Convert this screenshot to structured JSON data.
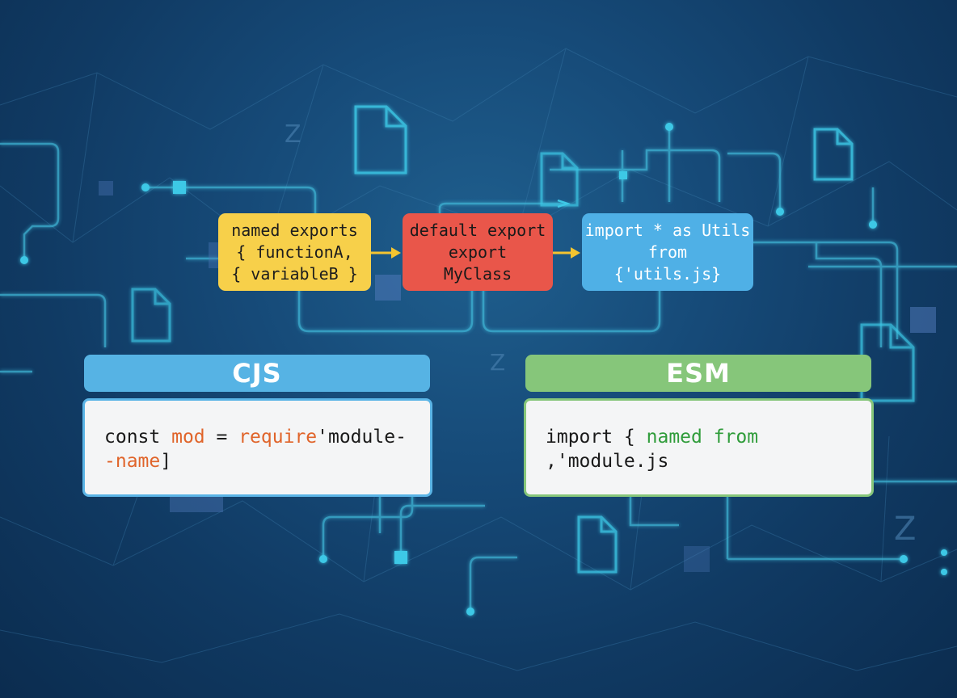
{
  "flow": {
    "named_exports": [
      "named exports",
      "{ functionA,",
      "{ variableB }"
    ],
    "default_export": [
      "default export",
      "export",
      "MyClass"
    ],
    "import_all": [
      "import * as Utils",
      "from",
      "{'utils.js}"
    ]
  },
  "cjs": {
    "title": "CJS",
    "line1": [
      "const",
      " ",
      "mod",
      " = ",
      "require",
      "'module-"
    ],
    "line2": [
      "-name",
      "]"
    ]
  },
  "esm": {
    "title": "ESM",
    "line1": [
      "import { ",
      "named",
      " ",
      "from"
    ],
    "line2": [
      ",'module.js"
    ]
  },
  "decor": {
    "z_glyph": "Z"
  },
  "colors": {
    "named_box": "#f7d04a",
    "default_box": "#e9564a",
    "import_box": "#4fb0e6",
    "cjs_accent": "#56b3e4",
    "esm_accent": "#86c67a",
    "arrow": "#f4c430"
  },
  "icons": [
    "file-icon",
    "circuit-node",
    "arrow-right-icon"
  ]
}
